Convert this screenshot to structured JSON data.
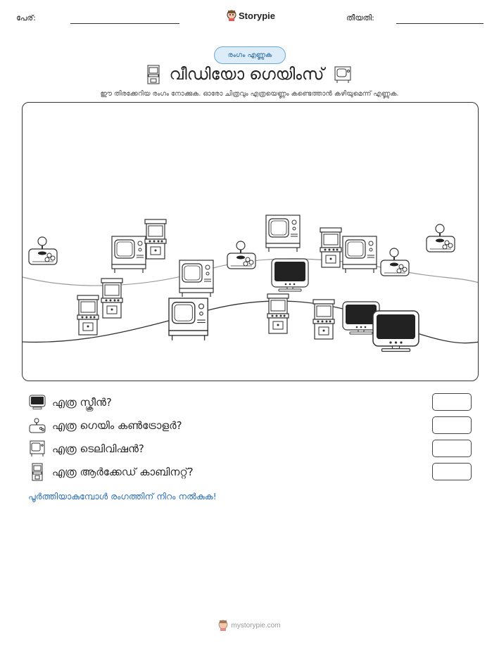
{
  "header": {
    "name_label": "പേര്:",
    "date_label": "തീയതി:",
    "brand": "Storypie"
  },
  "worksheet": {
    "badge": "രംഗം എണ്ണുക",
    "title": "വീഡിയോ ഗെയിംസ്",
    "instructions": "ഈ തിരക്കേറിയ രംഗം നോക്കുക. ഓരോ ചിത്രവും എത്രയെണ്ണം കണ്ടെത്താൻ കഴിയുമെന്ന് എണ്ണുക."
  },
  "questions": [
    {
      "icon": "screen-icon",
      "text": "എത്ര സ്ക്രീൻ?",
      "answer": ""
    },
    {
      "icon": "game-controller-icon",
      "text": "എത്ര ഗെയിം കൺട്രോളർ?",
      "answer": ""
    },
    {
      "icon": "television-icon",
      "text": "എത്ര ടെലിവിഷൻ?",
      "answer": ""
    },
    {
      "icon": "arcade-cabinet-icon",
      "text": "എത്ര ആർക്കേഡ് കാബിനറ്റ്?",
      "answer": ""
    }
  ],
  "finish_note": "പൂർത്തിയാകുമ്പോൾ രംഗത്തിന് നിറം നൽകുക!",
  "footer": {
    "site": "mystorypie.com"
  },
  "colors": {
    "badge_border": "#6aa9d6",
    "badge_fill": "#dcecf8",
    "finish_text": "#2d6fb8",
    "line": "#333333"
  }
}
